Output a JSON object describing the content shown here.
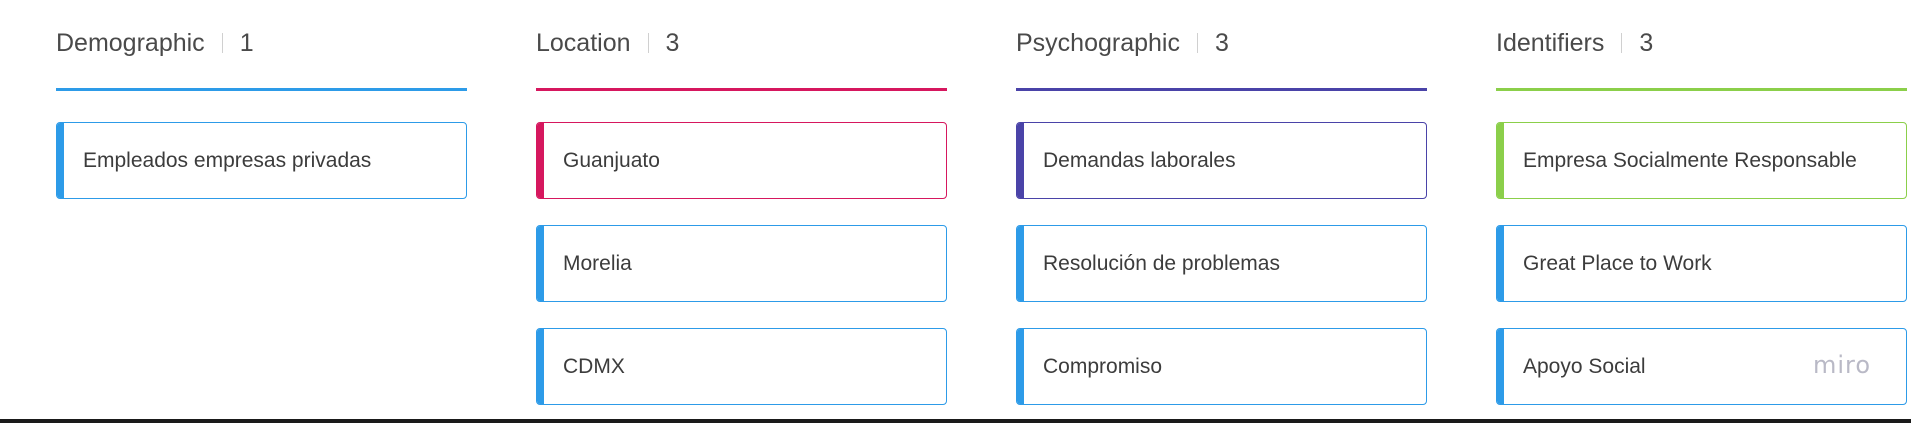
{
  "columns": [
    {
      "title": "Demographic",
      "count": "1",
      "color": "#2d9be8",
      "cards": [
        {
          "label": "Empleados empresas privadas",
          "color": "#2d9be8"
        }
      ]
    },
    {
      "title": "Location",
      "count": "3",
      "color": "#d6175e",
      "cards": [
        {
          "label": "Guanjuato",
          "color": "#d6175e"
        },
        {
          "label": "Morelia",
          "color": "#2d9be8"
        },
        {
          "label": "CDMX",
          "color": "#2d9be8"
        }
      ]
    },
    {
      "title": "Psychographic",
      "count": "3",
      "color": "#4a43a8",
      "cards": [
        {
          "label": "Demandas laborales",
          "color": "#4a43a8"
        },
        {
          "label": "Resolución de problemas",
          "color": "#2d9be8"
        },
        {
          "label": "Compromiso",
          "color": "#2d9be8"
        }
      ]
    },
    {
      "title": "Identifiers",
      "count": "3",
      "color": "#8bcf4a",
      "cards": [
        {
          "label": "Empresa Socialmente Responsable",
          "color": "#8bcf4a"
        },
        {
          "label": "Great Place to Work",
          "color": "#2d9be8"
        },
        {
          "label": "Apoyo Social",
          "color": "#2d9be8"
        }
      ]
    }
  ],
  "watermark": "miro"
}
